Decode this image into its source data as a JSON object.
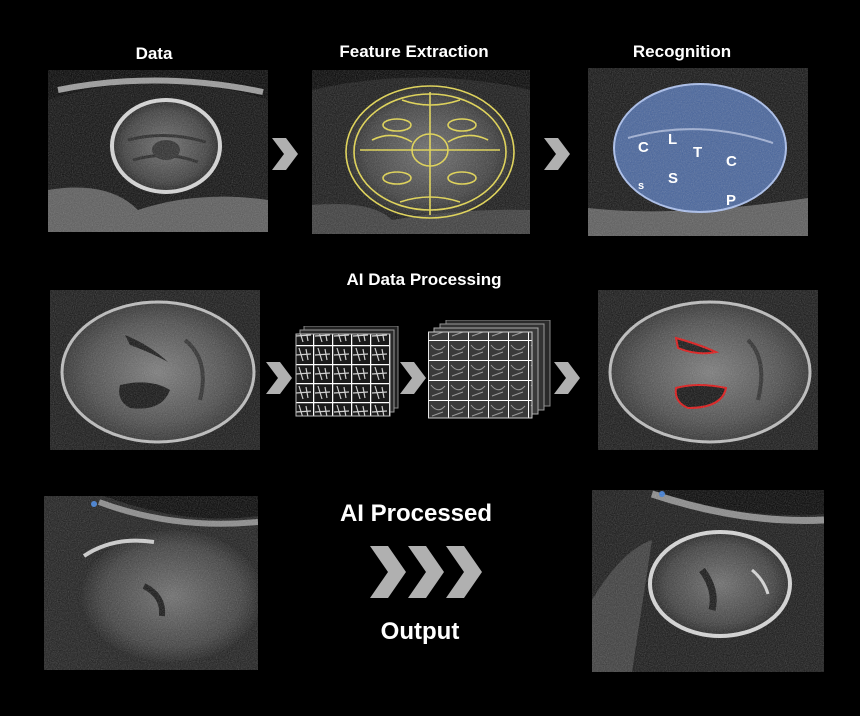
{
  "titles": {
    "data": "Data",
    "feature_extraction": "Feature Extraction",
    "recognition": "Recognition",
    "ai_data_processing": "AI Data Processing",
    "ai_processed": "AI Processed",
    "output": "Output"
  },
  "recognition_labels": [
    "C",
    "L",
    "T",
    "C",
    "s",
    "S",
    "P"
  ],
  "colors": {
    "background": "#000000",
    "feature_outline": "#e6d84a",
    "recognition_overlay": "#4f78c8",
    "segmentation_outline": "#e01010",
    "arrow": "#b0b0b0",
    "output_ring": "#d8d8d8"
  },
  "icons": [
    "chevron-right-icon"
  ]
}
